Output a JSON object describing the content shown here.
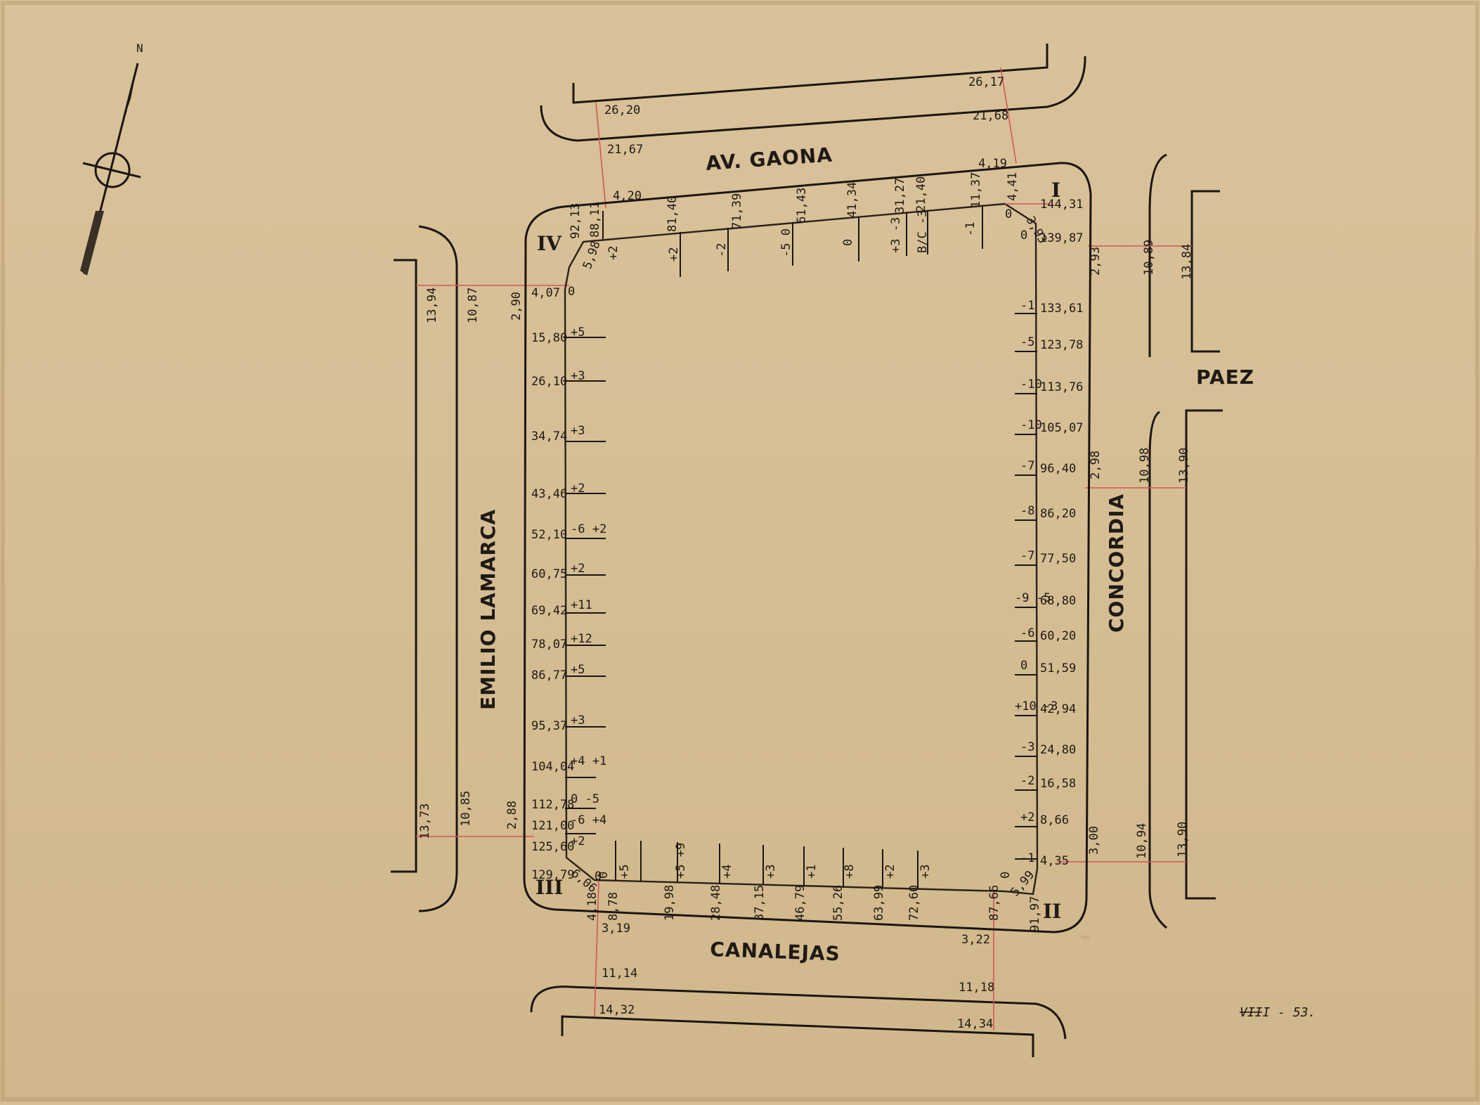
{
  "map": {
    "north_label": "N",
    "sheet_ref": "VIII - 53.",
    "vertex_labels": [
      "I",
      "II",
      "III",
      "IV"
    ],
    "streets": {
      "north": "AV. GAONA",
      "south": "CANALEJAS",
      "west": "EMILIO LAMARCA",
      "east": "CONCORDIA",
      "east_cross": "PAEZ"
    },
    "street_widths": {
      "north": [
        "26,20",
        "21,67",
        "4,20",
        "26,17",
        "21,68",
        "4,19"
      ],
      "south": [
        "3,19",
        "11,14",
        "14,32",
        "3,22",
        "11,18",
        "14,34"
      ],
      "west": [
        "13,94",
        "10,87",
        "2,90",
        "13,73",
        "10,85",
        "2,88"
      ],
      "east": [
        "2,93",
        "10,89",
        "13,84",
        "2,98",
        "10,98",
        "13,90",
        "3,00",
        "10,94",
        "13,90"
      ]
    },
    "north_side": [
      {
        "dist": "92,13",
        "mark": ""
      },
      {
        "dist": "88,11",
        "mark": "+2"
      },
      {
        "dist": "81,40",
        "mark": "+2"
      },
      {
        "dist": "71,39",
        "mark": "-2"
      },
      {
        "dist": "61,43",
        "mark": "-5 0"
      },
      {
        "dist": "41,34",
        "mark": "0"
      },
      {
        "dist": "31,27",
        "mark": "+3 -3"
      },
      {
        "dist": "21,40",
        "mark": "B/C -3"
      },
      {
        "dist": "11,37",
        "mark": "-1"
      },
      {
        "dist": "4,41",
        "mark": "0"
      },
      {
        "dist": "3,93",
        "mark": ""
      }
    ],
    "east_side": [
      {
        "dist": "144,31",
        "mark": ""
      },
      {
        "dist": "139,87",
        "mark": "0"
      },
      {
        "dist": "133,61",
        "mark": "-1"
      },
      {
        "dist": "123,78",
        "mark": "-5"
      },
      {
        "dist": "113,76",
        "mark": "-10"
      },
      {
        "dist": "105,07",
        "mark": "-10"
      },
      {
        "dist": "96,40",
        "mark": "-7"
      },
      {
        "dist": "86,20",
        "mark": "-8"
      },
      {
        "dist": "77,50",
        "mark": "-7"
      },
      {
        "dist": "68,80",
        "mark": "-9 -5"
      },
      {
        "dist": "60,20",
        "mark": "-6"
      },
      {
        "dist": "51,59",
        "mark": "0"
      },
      {
        "dist": "42,94",
        "mark": "+10 -3"
      },
      {
        "dist": "24,80",
        "mark": "-3"
      },
      {
        "dist": "16,58",
        "mark": "-2"
      },
      {
        "dist": "8,66",
        "mark": "+2"
      },
      {
        "dist": "4,35",
        "mark": "-1"
      }
    ],
    "west_side": [
      {
        "dist": "5,98",
        "mark": "0"
      },
      {
        "dist": "4,07",
        "mark": ""
      },
      {
        "dist": "15,80",
        "mark": "+5"
      },
      {
        "dist": "26,10",
        "mark": "+3"
      },
      {
        "dist": "34,74",
        "mark": "+3"
      },
      {
        "dist": "43,46",
        "mark": "+2"
      },
      {
        "dist": "52,10",
        "mark": "-6 +2"
      },
      {
        "dist": "60,75",
        "mark": "+2"
      },
      {
        "dist": "69,42",
        "mark": "+11"
      },
      {
        "dist": "78,07",
        "mark": "+12"
      },
      {
        "dist": "86,77",
        "mark": "+5"
      },
      {
        "dist": "95,37",
        "mark": "+3"
      },
      {
        "dist": "104,04",
        "mark": "+4 +1"
      },
      {
        "dist": "112,78",
        "mark": "0 -5"
      },
      {
        "dist": "121,00",
        "mark": "-6 +4"
      },
      {
        "dist": "125,60",
        "mark": "+2"
      },
      {
        "dist": "129,79",
        "mark": ""
      },
      {
        "dist": "6,06",
        "mark": "0"
      }
    ],
    "south_side": [
      {
        "dist": "4,18",
        "mark": "0"
      },
      {
        "dist": "8,78",
        "mark": "+5"
      },
      {
        "dist": "19,98",
        "mark": "+5 +9"
      },
      {
        "dist": "28,48",
        "mark": "+4"
      },
      {
        "dist": "37,15",
        "mark": "+3"
      },
      {
        "dist": "46,79",
        "mark": "+1"
      },
      {
        "dist": "55,26",
        "mark": "+8"
      },
      {
        "dist": "63,99",
        "mark": "+2"
      },
      {
        "dist": "72,60",
        "mark": "+3"
      },
      {
        "dist": "87,66",
        "mark": "0"
      },
      {
        "dist": "91,97",
        "mark": ""
      },
      {
        "dist": "5,99",
        "mark": ""
      }
    ]
  }
}
